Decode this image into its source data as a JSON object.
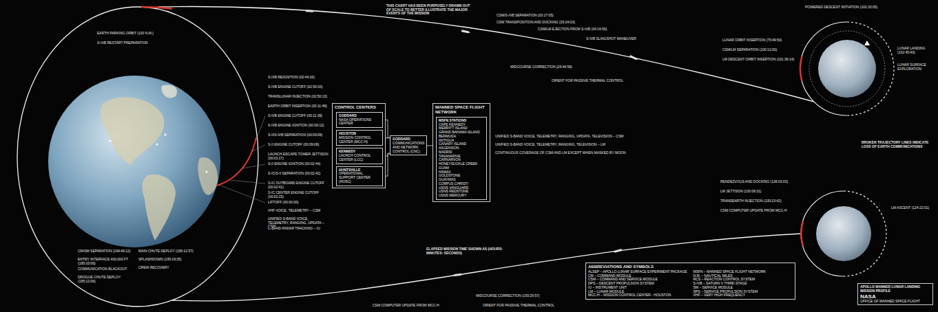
{
  "diagram": {
    "nodes": [
      {
        "text": [
          "CONTROL CENTERS"
        ]
      },
      {
        "text": [
          "GODDARD",
          "NASA OPERATIONS CENTER"
        ],
        "in": 0
      },
      {
        "text": [
          "HOUSTON",
          "MISSION CONTROL CENTER (MCC-H)"
        ],
        "in": 0
      },
      {
        "text": [
          "KENNEDY",
          "LAUNCH CONTROL CENTER (LCC)"
        ],
        "in": 0
      },
      {
        "text": [
          "HUNTSVILLE",
          "OPERATIONAL SUPPORT CENTER (HOSC)"
        ],
        "in": 0
      },
      {
        "text": [
          "GODDARD",
          "COMMUNICATIONS AND NETWORK CONTROL (CNC)"
        ]
      },
      {
        "text": [
          "MANNED SPACE FLIGHT NETWORK"
        ]
      },
      {
        "text": [
          "MSFN STATIONS",
          "CAPE KENNEDY",
          "MERRITT ISLAND",
          "GRAND BAHAMA ISLAND",
          "BERMUDA",
          "ANTIGUA",
          "CANARY ISLAND",
          "ASCENSION",
          "MADRID",
          "TANANARIVE",
          "CARNARVON",
          "HONEYSUCKLE CREEK",
          "GUAM",
          "HAWAII",
          "GOLDSTONE",
          "GUAYMAS",
          "CORPUS CHRISTI",
          "USNS VANGUARD",
          "USNS REDSTONE",
          "USNS MERCURY"
        ],
        "in": 6
      },
      {
        "text": [
          "ABBREVIATIONS AND SYMBOLS",
          "ALSEP – APOLLO LUNAR SURFACE EXPERIMENT PACKAGE",
          "CM – COMMAND MODULE",
          "CSM – COMMAND AND SERVICE MODULE",
          "DPS – DESCENT PROPULSION SYSTEM",
          "IU – INSTRUMENT UNIT",
          "LM – LUNAR MODULE",
          "MCC-H – MISSION CONTROL CENTER - HOUSTON",
          "MSFN – MANNED SPACE FLIGHT NETWORK",
          "N.M. – NAUTICAL MILES",
          "RCS – REACTION CONTROL SYSTEM",
          "S-IVB – SATURN V THIRD STAGE",
          "SM – SERVICE MODULE",
          "SPS – SERVICE PROPULSION SYSTEM",
          "VHF – VERY HIGH FREQUENCY"
        ]
      },
      {
        "text": [
          "APOLLO MANNED LUNAR LANDING MISSION PROFILE",
          "NASA",
          "OFFICE OF MANNED SPACE FLIGHT"
        ]
      }
    ],
    "edges": [
      {
        "from": 1,
        "to": 5,
        "arrow": "none"
      },
      {
        "from": 2,
        "to": 5,
        "arrow": "none"
      },
      {
        "from": 3,
        "to": 5,
        "arrow": "none"
      },
      {
        "from": 4,
        "to": 5,
        "arrow": "none"
      },
      {
        "from": 5,
        "to": 6,
        "arrow": "none"
      }
    ],
    "labels": [
      "THIS CHART HAS BEEN PURPOSELY DRAWN OUT OF SCALE TO BETTER ILLUSTRATE THE MAJOR EVENTS OF THE MISSION",
      "BROKEN TRAJECTORY LINES INDICATE LOSS OF EARTH COMMUNICATIONS",
      "ELAPSED MISSION TIME SHOWN AS (HOURS: MINUTES: SECONDS)",
      "S-IVB REIGNITION (02:44:16)",
      "S-IVB ENGINE CUTOFF (02:50:03)",
      "TRANSLUNAR INJECTION (02:50:13)",
      "EARTH ORBIT INSERTION (00:11:49)",
      "S-IVB ENGINE CUTOFF (00:11:39)",
      "S-IVB ENGINE IGNITION (00:09:12)",
      "S-II/S-IVB SEPARATION (00:09:09)",
      "S-II ENGINE CUTOFF (00:09:08)",
      "LAUNCH ESCAPE TOWER JETTISON (00:03:17)",
      "S-II ENGINE IGNITION (00:02:44)",
      "S-IC/S-II SEPARATION (00:02:42)",
      "S-IC OUTBOARD ENGINE CUTOFF (00:02:41)",
      "S-IC CENTER ENGINE CUTOFF (00:02:15)",
      "LIFTOFF (00:00:00)",
      "VHF VOICE, TELEMETRY – CSM",
      "UNIFIED S-BAND VOICE, TELEMETRY, RANGING, UPDATA – CSM",
      "C-BAND RADAR TRACKING – IU",
      "EARTH PARKING ORBIT (100 N.M.)",
      "S-IVB RESTART PREPARATION",
      "CM/SM SEPARATION (194:49:12)",
      "ENTRY INTERFACE 400,000 FT (195:03:06)",
      "COMMUNICATION BLACKOUT",
      "DROGUE CHUTE DEPLOY (195:12:06)",
      "MAIN CHUTE DEPLOY (195:12:57)",
      "SPLASHDOWN (195:18:35)",
      "CREW RECOVERY",
      "CSM/S-IVB SEPARATION (03:17:05)",
      "CSM TRANSPOSITION AND DOCKING (03:24:03)",
      "CSM/LM EJECTION FROM S-IVB (04:16:59)",
      "S-IVB SLINGSHOT MANEUVER",
      "MIDCOURSE CORRECTION (26:44:58)",
      "ORIENT FOR PASSIVE THERMAL CONTROL",
      "UNIFIED S-BAND VOICE, TELEMETRY, RANGING, UPDATA, TELEVISION – CSM",
      "UNIFIED S-BAND VOICE, TELEMETRY, RANGING, TELEVISION – LM",
      "CONTINUOUS COVERAGE OF CSM AND LM EXCEPT WHEN MASKED BY MOON",
      "CSM COMPUTER UPDATE FROM MCC-H",
      "MIDCOURSE CORRECTION (150:29:57)",
      "ORIENT FOR PASSIVE THERMAL CONTROL",
      "POWERED DESCENT INITIATION (102:33:05)",
      "LUNAR ORBIT INSERTION (75:49:50)",
      "CSM/LM SEPARATION (100:12:00)",
      "LM DESCENT ORBIT INSERTION (101:36:14)",
      "LUNAR LANDING (102:45:40)",
      "LUNAR SURFACE EXPLORATION",
      "LM ASCENT (124:22:01)",
      "RENDEZVOUS AND DOCKING (128:03:00)",
      "LM JETTISON (130:09:31)",
      "TRANSEARTH INJECTION (135:23:42)",
      "CSM COMPUTER UPDATE FROM MCC-H"
    ]
  }
}
